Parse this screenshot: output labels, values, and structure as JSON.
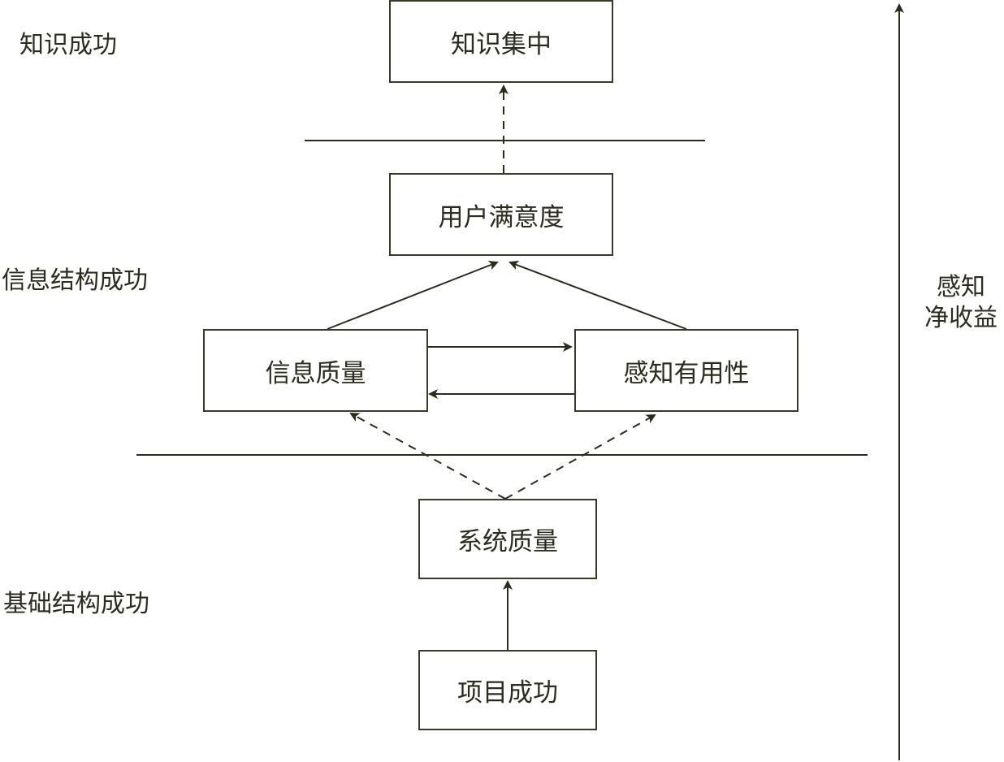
{
  "levels": {
    "knowledge": "知识成功",
    "information": "信息结构成功",
    "infrastructure": "基础结构成功"
  },
  "boxes": {
    "knowledge_concentration": "知识集中",
    "user_satisfaction": "用户满意度",
    "information_quality": "信息质量",
    "perceived_usefulness": "感知有用性",
    "system_quality": "系统质量",
    "project_success": "项目成功"
  },
  "axis": {
    "line1": "感知",
    "line2": "净收益"
  },
  "colors": {
    "stroke": "#3a3a28",
    "text": "#2b2b1e"
  }
}
